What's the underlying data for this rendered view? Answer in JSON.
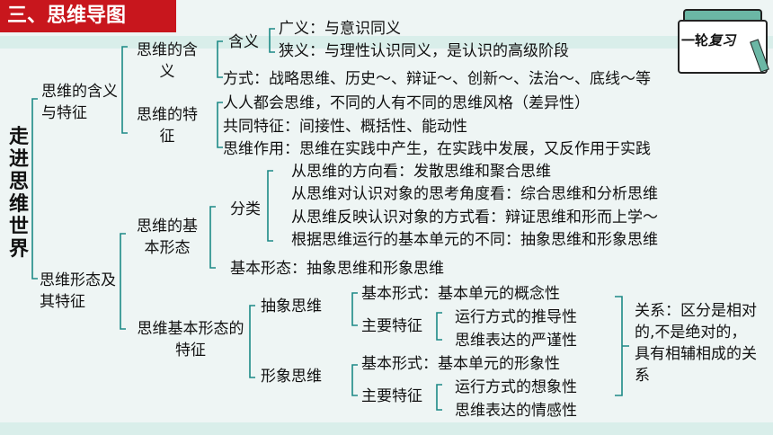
{
  "title": "三、思维导图",
  "badge": {
    "prefix": "一轮",
    "suffix": "复习"
  },
  "root": "走进思维世界",
  "branch1": {
    "label": "思维的含义与特征",
    "meaning": {
      "label": "思维的含义",
      "hanyi": "含义",
      "broad": "广义：与意识同义",
      "narrow": "狭义：与理性认识同义，是认识的高级阶段",
      "methods": "方式：战略思维、历史～、辩证～、创新～、法治～、底线～等"
    },
    "features": {
      "label": "思维的特征",
      "item1": "人人都会思维，不同的人有不同的思维风格（差异性）",
      "item2": "共同特征：间接性、概括性、能动性",
      "item3": "思维作用：思维在实践中产生，在实践中发展，又反作用于实践"
    }
  },
  "branch2": {
    "label": "思维形态及其特征",
    "basic": {
      "label": "思维的基本形态",
      "fenlei": "分类",
      "c1": "从思维的方向看：发散思维和聚合思维",
      "c2": "从思维对认识对象的思考角度看：综合思维和分析思维",
      "c3": "从思维反映认识对象的方式看：辩证思维和形而上学～",
      "c4": "根据思维运行的基本单元的不同：抽象思维和形象思维",
      "basic_forms": "基本形态：抽象思维和形象思维"
    },
    "feature": {
      "label": "思维基本形态的特征",
      "abstract": {
        "label": "抽象思维",
        "form": "基本形式：基本单元的概念性",
        "main": "主要特征",
        "m1": "运行方式的推导性",
        "m2": "思维表达的严谨性"
      },
      "image": {
        "label": "形象思维",
        "form": "基本形式：基本单元的形象性",
        "main": "主要特征",
        "m1": "运行方式的想象性",
        "m2": "思维表达的情感性"
      },
      "relation": "关系：区分是相对的,不是绝对的，具有相辅相成的关系"
    }
  }
}
